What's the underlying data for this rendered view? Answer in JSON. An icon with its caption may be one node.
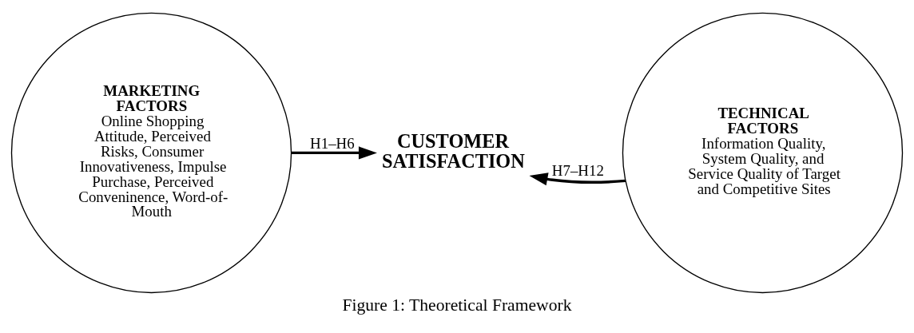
{
  "diagram": {
    "caption": "Figure 1: Theoretical Framework",
    "nodes": [
      {
        "text": [
          "MARKETING FACTORS",
          "Online Shopping Attitude, Perceived Risks, Consumer Innovativeness, Impulse Purchase, Perceived Conveninence, Word-of-Mouth"
        ]
      },
      {
        "text": [
          "CUSTOMER SATISFACTION"
        ]
      },
      {
        "text": [
          "TECHNICAL FACTORS",
          "Information Quality, System Quality, and Service Quality of Target and Competitive Sites"
        ]
      }
    ],
    "edges": [
      {
        "from": 0,
        "to": 1,
        "arrow": "to",
        "label": "H1–H6"
      },
      {
        "from": 2,
        "to": 1,
        "arrow": "to",
        "label": "H7–H12"
      }
    ]
  }
}
